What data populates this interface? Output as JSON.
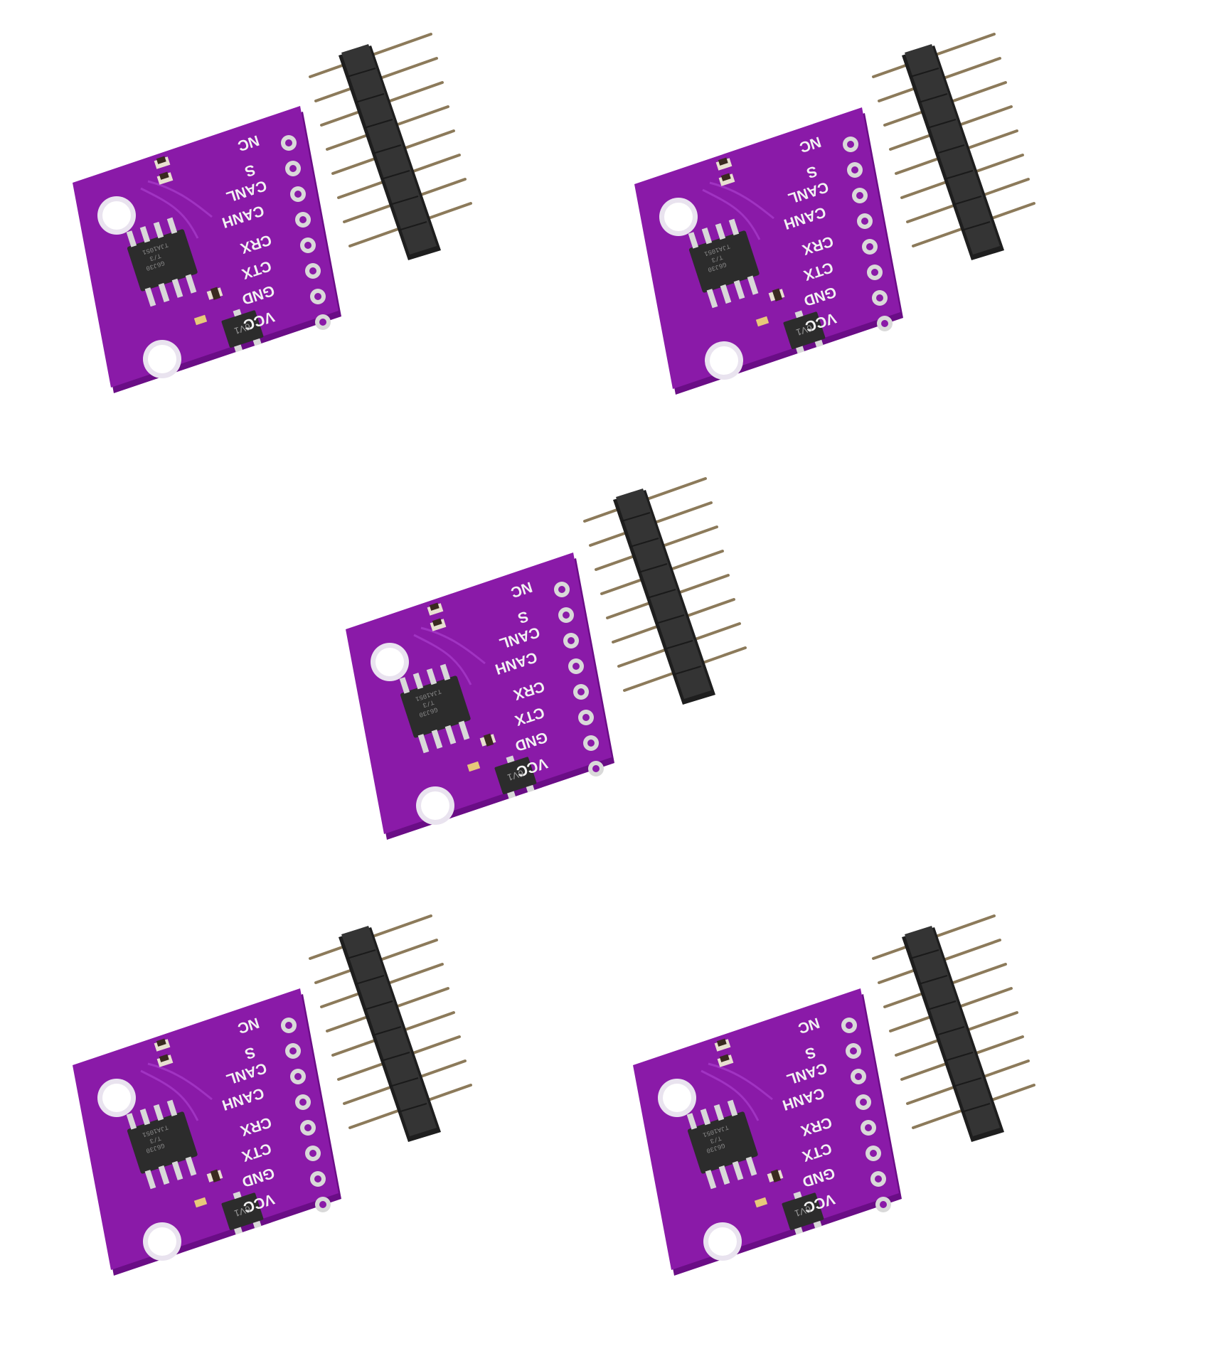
{
  "image": {
    "background": "#ffffff",
    "board_color": "#8a1aa8",
    "board_edge_color": "#6a0d86",
    "header_color": "#2a2a2a",
    "pin_color": "#8c7a5a"
  },
  "module": {
    "pin_labels": [
      "NC",
      "S",
      "CANL",
      "CANH",
      "CRX",
      "CTX",
      "GND",
      "VCC"
    ],
    "ic_marking": [
      "TJA1051",
      "T/3",
      "G6J30"
    ],
    "regulator_marking": "6V1"
  },
  "modules": [
    {
      "name": "module-top-left"
    },
    {
      "name": "module-top-right"
    },
    {
      "name": "module-center"
    },
    {
      "name": "module-bottom-left"
    },
    {
      "name": "module-bottom-right"
    }
  ]
}
